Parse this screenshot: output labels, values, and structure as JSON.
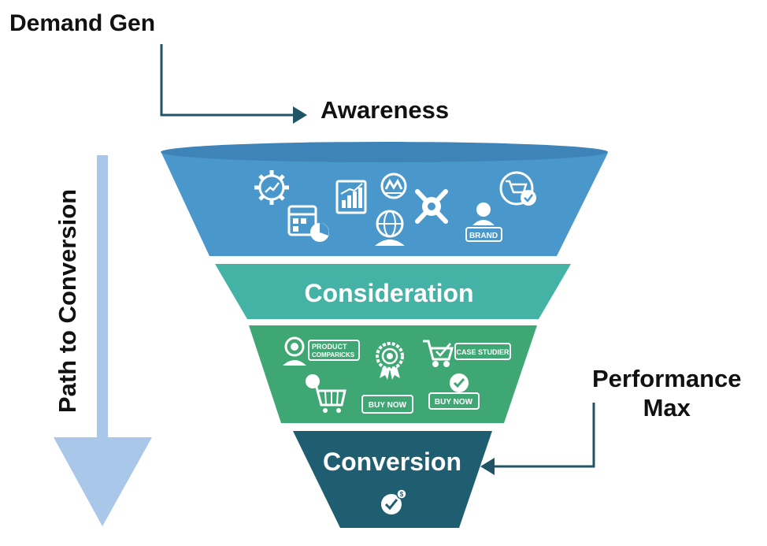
{
  "labels": {
    "demand_gen": "Demand Gen",
    "awareness": "Awareness",
    "performance_line1": "Performance",
    "performance_line2": "Max",
    "path_to_conversion": "Path to Conversion"
  },
  "funnel": {
    "stages": [
      {
        "name": "awareness",
        "title": "",
        "color": "#4a97cc",
        "rim_color": "#3f84b8",
        "icon_count": 9
      },
      {
        "name": "consideration",
        "title": "Consideration",
        "color": "#44b3a6"
      },
      {
        "name": "intent",
        "title": "",
        "color": "#3fa773"
      },
      {
        "name": "conversion",
        "title": "Conversion",
        "color": "#1f5e70"
      }
    ],
    "badges": {
      "brand": "BRAND",
      "product_comparisons": [
        "PRODUCT",
        "COMPARICKS"
      ],
      "case_studies": "CASE STUDIER",
      "buy_now_1": "BUY NOW",
      "buy_now_2": "BUY NOW"
    }
  },
  "colors": {
    "connector": "#1f5566",
    "path_arrow": "#a9c7e8",
    "icon": "#ffffff"
  },
  "icons": [
    "gear-chart-icon",
    "bar-chart-icon",
    "marketing-badge-icon",
    "satellite-icon",
    "user-badge-icon",
    "target-cart-icon",
    "calendar-chart-icon",
    "globe-person-icon",
    "user-icon",
    "award-icon",
    "cart-check-icon",
    "shopping-cart-icon",
    "checkmark-icon",
    "dollar-check-icon"
  ]
}
